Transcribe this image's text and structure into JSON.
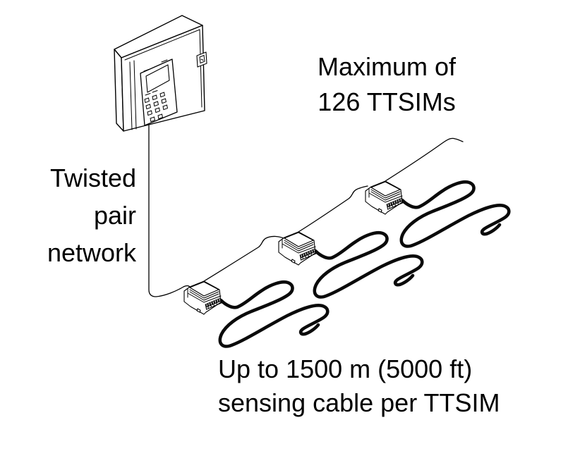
{
  "scene": {
    "background_color": "#ffffff",
    "line_color": "#000000",
    "ttsim_modules_shown": 3
  },
  "labels": {
    "max_ttsims": {
      "lines": [
        "Maximum of",
        "126 TTSIMs"
      ]
    },
    "network": {
      "lines": [
        "Twisted",
        "pair",
        "network"
      ]
    },
    "sensing": {
      "lines": [
        "Up to 1500 m (5000 ft)",
        "sensing cable per TTSIM"
      ]
    }
  }
}
